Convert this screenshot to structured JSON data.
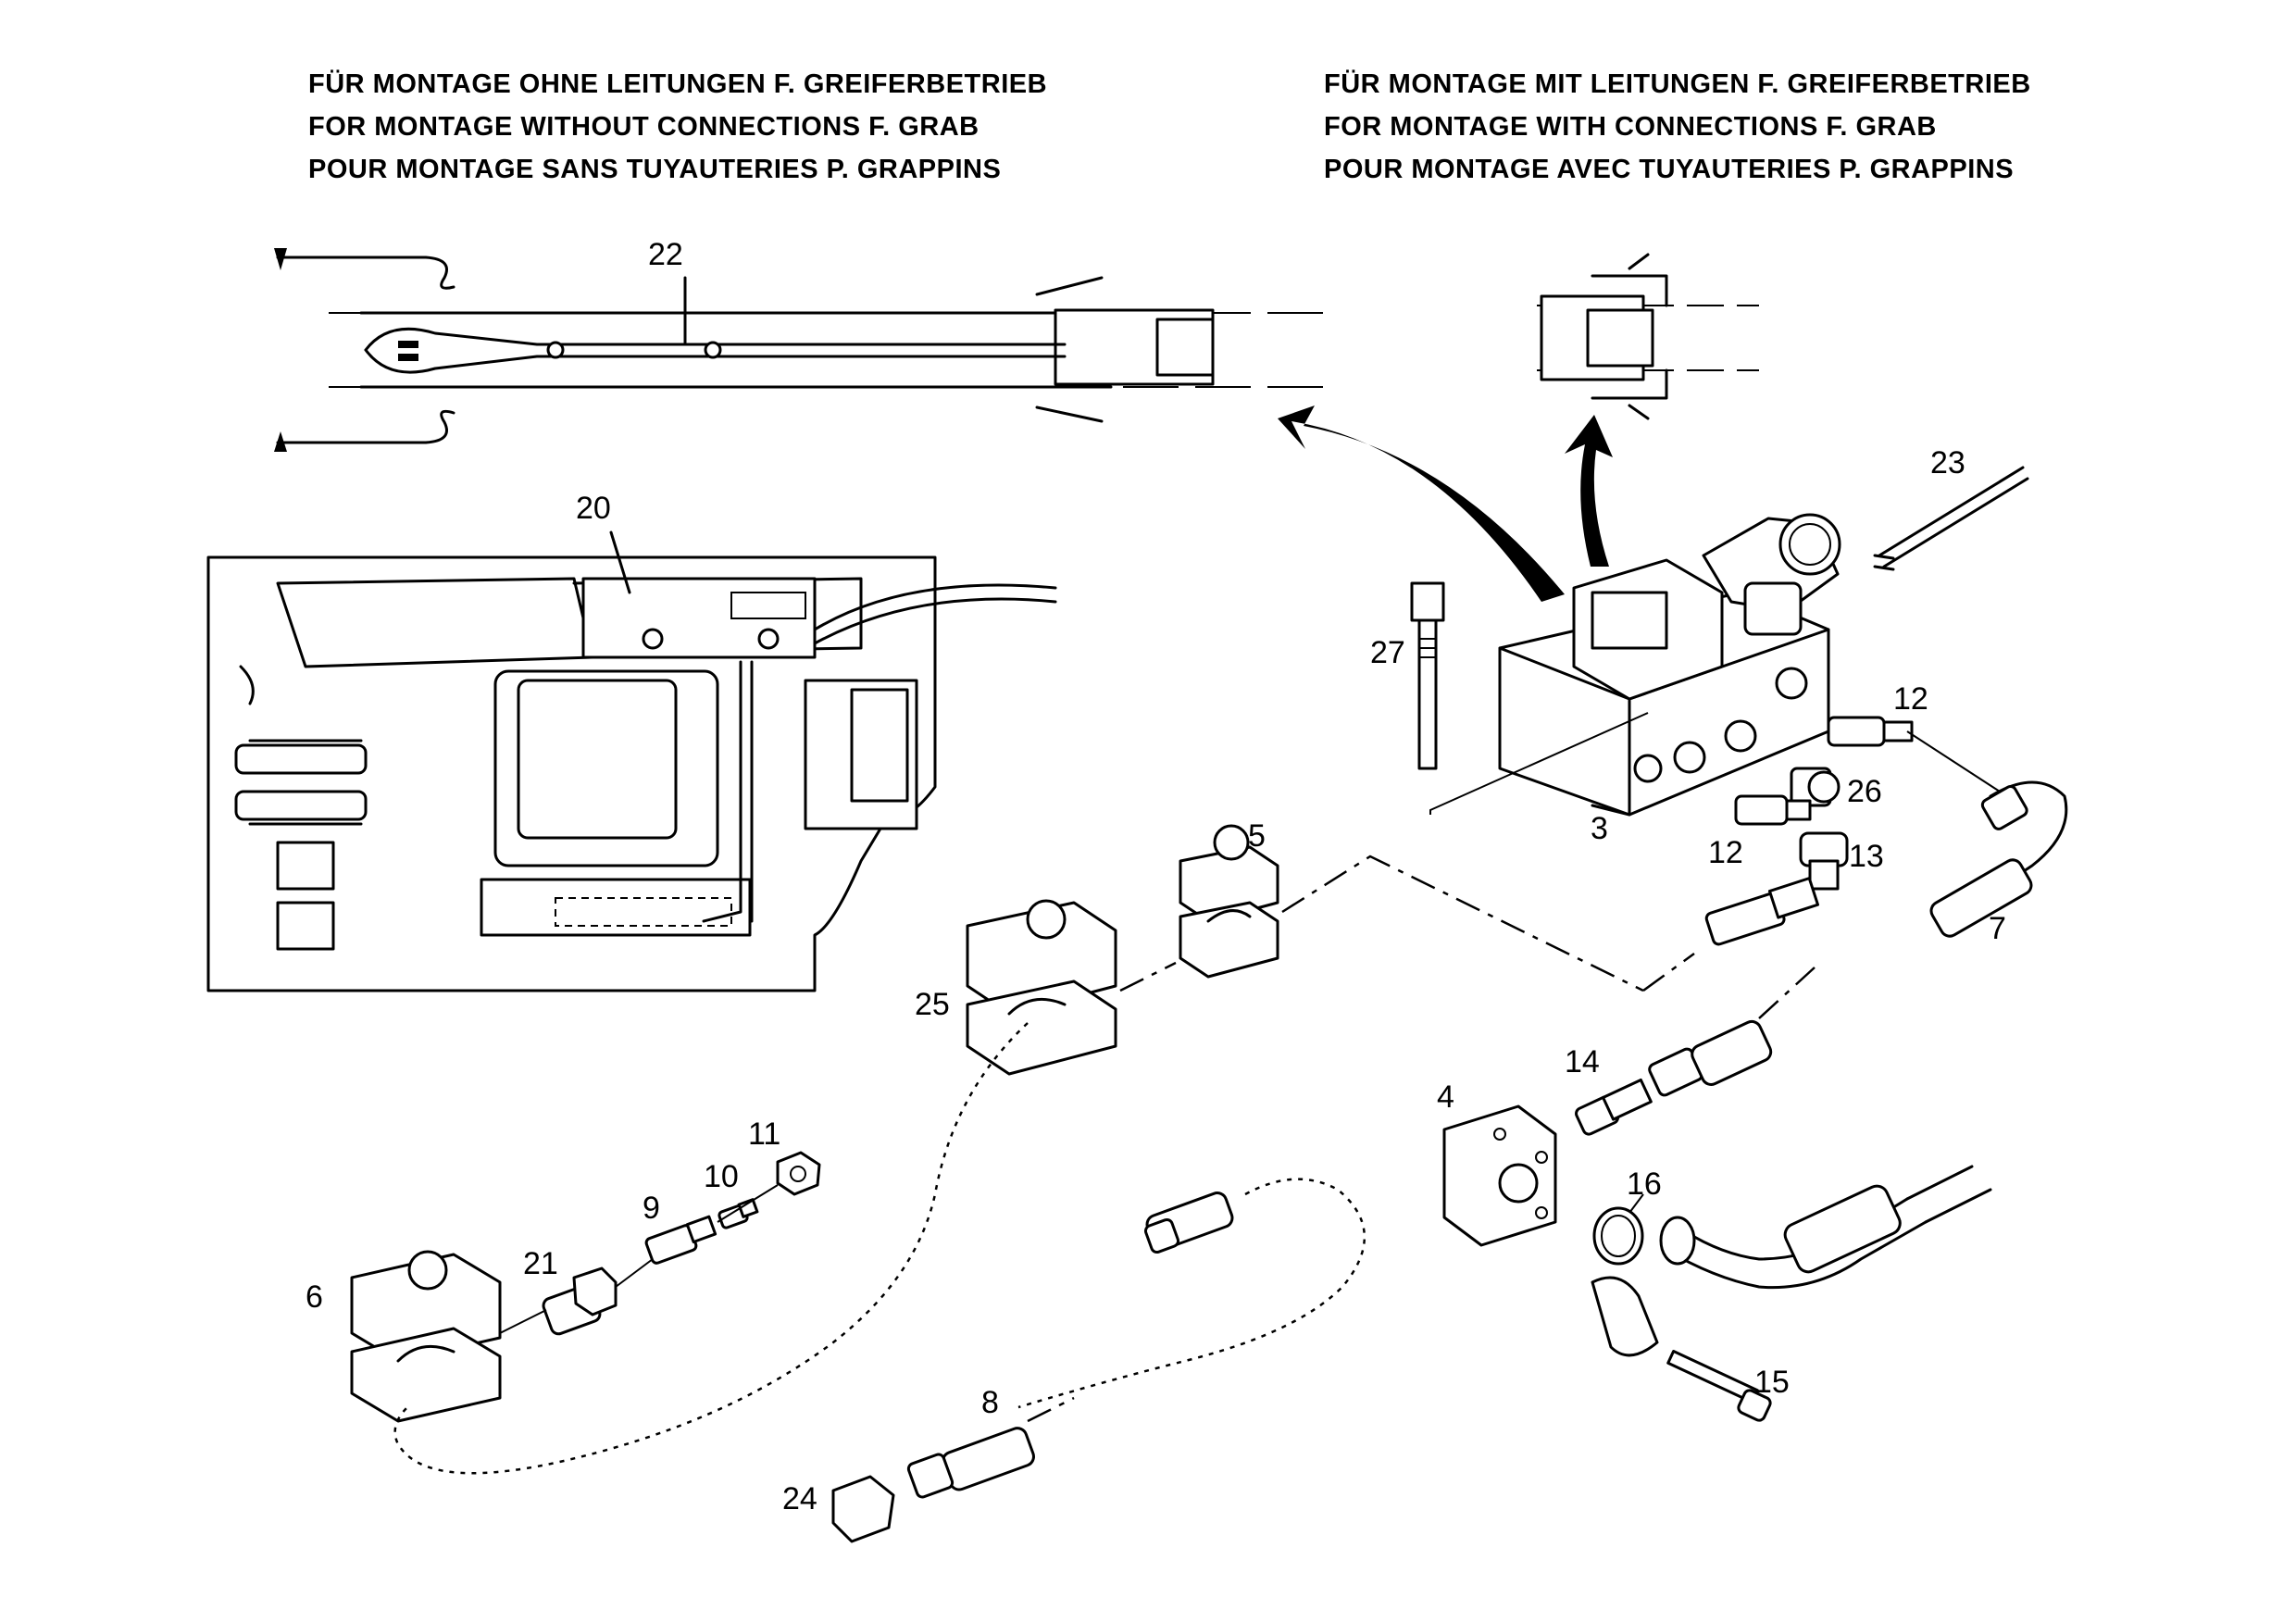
{
  "headers": {
    "left": [
      "FÜR MONTAGE OHNE LEITUNGEN F. GREIFERBETRIEB",
      "FOR MONTAGE WITHOUT CONNECTIONS F. GRAB",
      "POUR MONTAGE SANS TUYAUTERIES P. GRAPPINS"
    ],
    "right": [
      "FÜR MONTAGE MIT LEITUNGEN F. GREIFERBETRIEB",
      "FOR MONTAGE WITH CONNECTIONS F. GRAB",
      "POUR MONTAGE AVEC TUYAUTERIES P. GRAPPINS"
    ]
  },
  "callouts": {
    "p22": "22",
    "p20": "20",
    "p23": "23",
    "p27": "27",
    "p12a": "12",
    "p26": "26",
    "p3": "3",
    "p12b": "12",
    "p13": "13",
    "p5": "5",
    "p7": "7",
    "p25": "25",
    "p14": "14",
    "p4": "4",
    "p16": "16",
    "p11": "11",
    "p10": "10",
    "p9": "9",
    "p21": "21",
    "p6": "6",
    "p15": "15",
    "p8": "8",
    "p24": "24"
  }
}
